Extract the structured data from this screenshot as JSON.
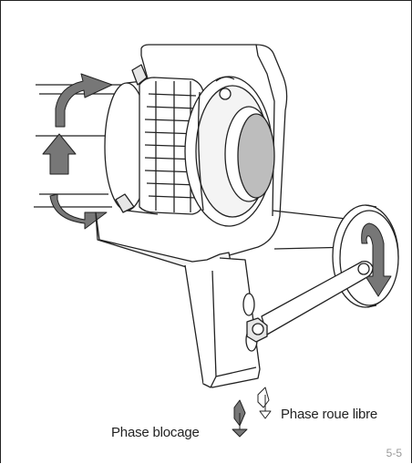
{
  "figure": {
    "label_lock_phase": "Phase blocage",
    "label_freewheel_phase": "Phase roue libre",
    "figure_number": "5-5"
  },
  "colors": {
    "line": "#222222",
    "arrow_fill": "#777777",
    "light_shade": "#e6e6e6",
    "mid_shade": "#bdbdbd"
  }
}
